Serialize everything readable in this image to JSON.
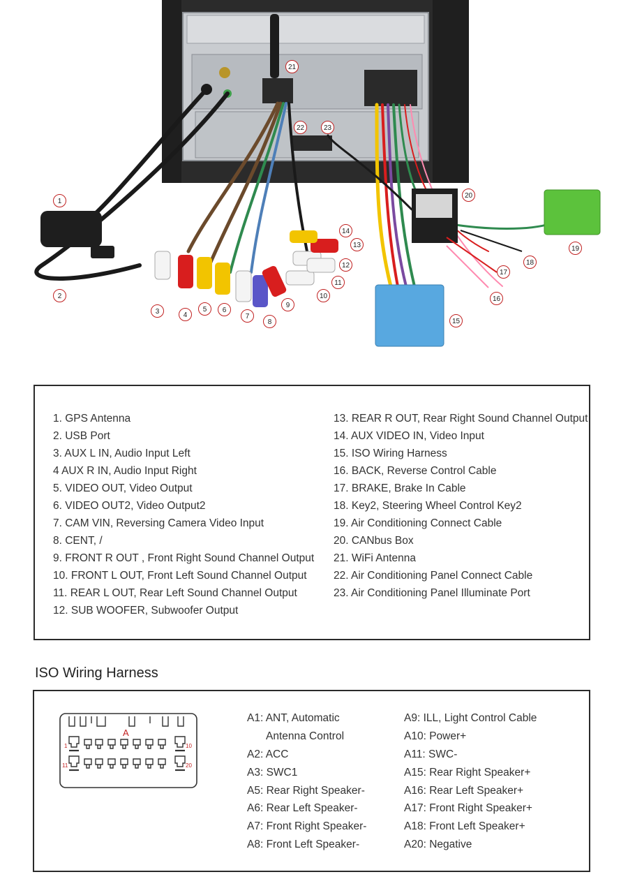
{
  "photo": {
    "callouts": [
      "1",
      "2",
      "3",
      "4",
      "5",
      "6",
      "7",
      "8",
      "9",
      "10",
      "11",
      "12",
      "13",
      "14",
      "15",
      "16",
      "17",
      "18",
      "19",
      "20",
      "21",
      "22",
      "23"
    ],
    "colors": {
      "chassis": "#c9ccd0",
      "chassis_dark": "#8a8e93",
      "bezel": "#2b2b2b",
      "rca_white": "#f4f4f4",
      "rca_red": "#d81e1e",
      "rca_yellow": "#f2c400",
      "rca_blue": "#5a56c8",
      "iso_plug": "#58a8e0",
      "ac_plug": "#5cc23c",
      "callout_ring": "#c02020"
    }
  },
  "legend": {
    "left": [
      "1. GPS Antenna",
      "2. USB Port",
      "3. AUX L IN, Audio Input Left",
      "4 AUX R IN, Audio Input Right",
      "5. VIDEO OUT, Video Output",
      "6. VIDEO OUT2, Video Output2",
      "7. CAM VIN, Reversing Camera Video Input",
      "8. CENT, /",
      "9. FRONT R OUT , Front Right Sound Channel Output",
      "10. FRONT L OUT, Front Left Sound Channel Output",
      "11. REAR L OUT, Rear Left Sound Channel Output",
      "12. SUB WOOFER, Subwoofer Output"
    ],
    "right": [
      "13. REAR R OUT, Rear Right Sound Channel Output",
      "14. AUX VIDEO IN, Video Input",
      "15. ISO Wiring Harness",
      "16. BACK, Reverse Control Cable",
      "17. BRAKE, Brake In Cable",
      "18. Key2, Steering Wheel Control Key2",
      "19. Air Conditioning Connect Cable",
      "20. CANbus Box",
      "21. WiFi Antenna",
      "22. Air Conditioning Panel Connect Cable",
      "23. Air Conditioning Panel Illuminate Port"
    ]
  },
  "iso": {
    "title": "ISO Wiring Harness",
    "connector": {
      "label_a": "A",
      "pin_1": "1",
      "pin_10": "10",
      "pin_11": "11",
      "pin_20": "20"
    },
    "pins_left": [
      "A1: ANT, Automatic",
      "Antenna Control",
      "A2: ACC",
      "A3: SWC1",
      "A5: Rear Right Speaker-",
      "A6: Rear Left Speaker-",
      "A7: Front Right Speaker-",
      "A8: Front Left Speaker-"
    ],
    "pins_right": [
      "A9: ILL, Light Control Cable",
      "A10: Power+",
      "A11: SWC-",
      "A15: Rear Right Speaker+",
      "A16: Rear Left Speaker+",
      "A17: Front Right Speaker+",
      "A18: Front Left Speaker+",
      "A20: Negative"
    ]
  }
}
